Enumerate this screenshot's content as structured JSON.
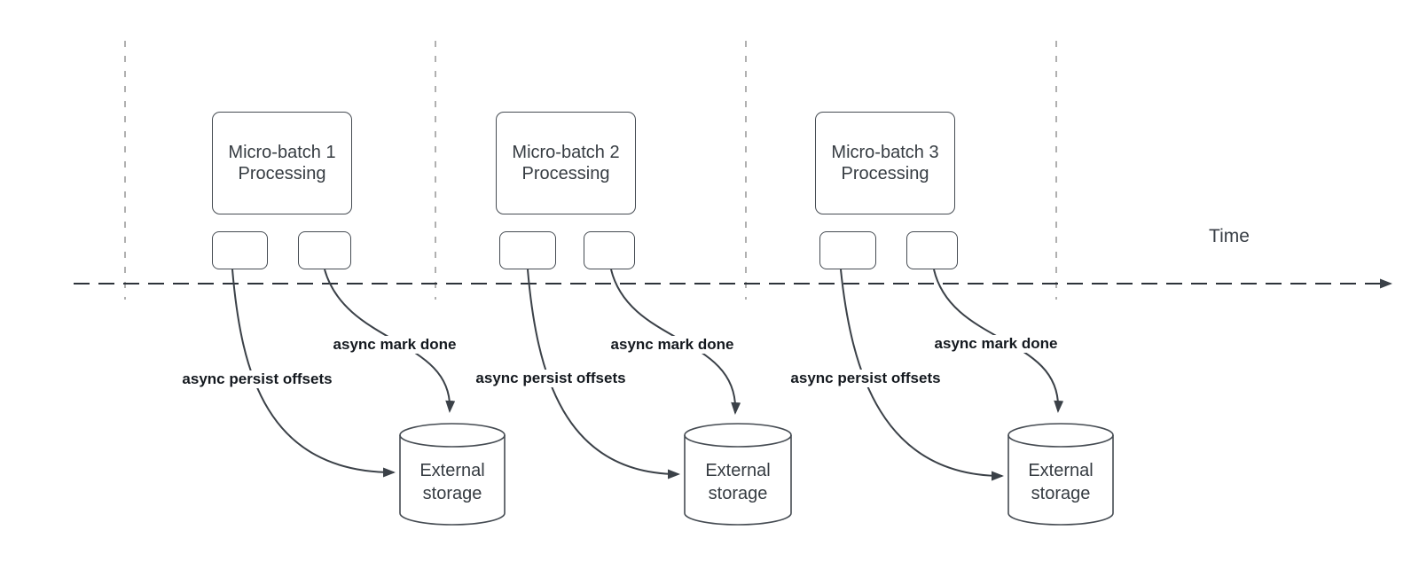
{
  "diagram": {
    "type": "timeline-flow-diagram",
    "timeline": {
      "label": "Time"
    },
    "colors": {
      "shape_stroke": "#454b52",
      "edge_stroke": "#3b4148",
      "guide_stroke": "#b0b0b0",
      "label_text": "#14191f",
      "node_text": "#363c42",
      "background": "#ffffff"
    },
    "groups": [
      {
        "name": "micro-batch-1",
        "box": {
          "line1": "Micro-batch 1",
          "line2": "Processing"
        },
        "persist_label": "async persist offsets",
        "markdone_label": "async mark done",
        "storage": {
          "line1": "External",
          "line2": "storage"
        }
      },
      {
        "name": "micro-batch-2",
        "box": {
          "line1": "Micro-batch 2",
          "line2": "Processing"
        },
        "persist_label": "async persist offsets",
        "markdone_label": "async mark done",
        "storage": {
          "line1": "External",
          "line2": "storage"
        }
      },
      {
        "name": "micro-batch-3",
        "box": {
          "line1": "Micro-batch 3",
          "line2": "Processing"
        },
        "persist_label": "async persist offsets",
        "markdone_label": "async mark done",
        "storage": {
          "line1": "External",
          "line2": "storage"
        }
      }
    ]
  }
}
